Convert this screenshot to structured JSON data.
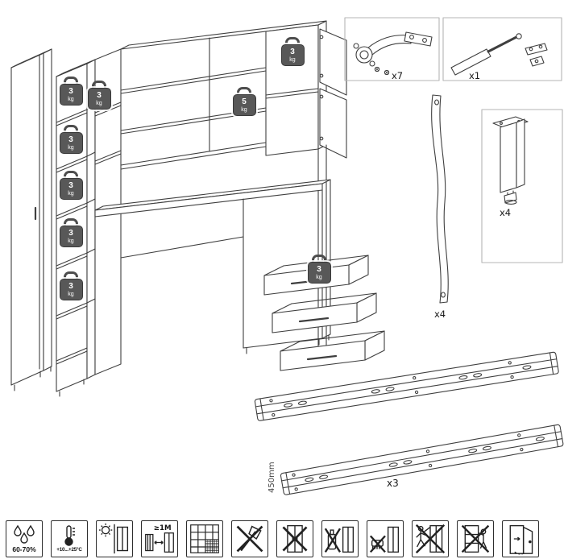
{
  "weights": [
    {
      "value": "3",
      "unit": "kg"
    },
    {
      "value": "3",
      "unit": "kg"
    },
    {
      "value": "3",
      "unit": "kg"
    },
    {
      "value": "3",
      "unit": "kg"
    },
    {
      "value": "3",
      "unit": "kg"
    },
    {
      "value": "3",
      "unit": "kg"
    },
    {
      "value": "3",
      "unit": "kg"
    },
    {
      "value": "5",
      "unit": "kg"
    },
    {
      "value": "3",
      "unit": "kg"
    }
  ],
  "hardware": {
    "hinge": {
      "count": "x7"
    },
    "gas_strut": {
      "count": "x1"
    },
    "wall_strap": {
      "count": "x4"
    },
    "leg": {
      "count": "x4"
    },
    "drawer_slide": {
      "count": "x3",
      "length": "450mm"
    }
  },
  "care_icons": [
    {
      "name": "humidity",
      "label": "60-70%"
    },
    {
      "name": "temperature",
      "label": "+10...+25°C"
    },
    {
      "name": "no-direct-sunlight",
      "label": ""
    },
    {
      "name": "min-distance",
      "label": "≥1M"
    },
    {
      "name": "ventilation",
      "label": ""
    },
    {
      "name": "no-axe",
      "label": ""
    },
    {
      "name": "no-scratching",
      "label": ""
    },
    {
      "name": "no-solvents",
      "label": ""
    },
    {
      "name": "no-abrasives",
      "label": ""
    },
    {
      "name": "no-hanging-on-doors",
      "label": ""
    },
    {
      "name": "no-climbing",
      "label": ""
    },
    {
      "name": "close-doors",
      "label": ""
    }
  ]
}
